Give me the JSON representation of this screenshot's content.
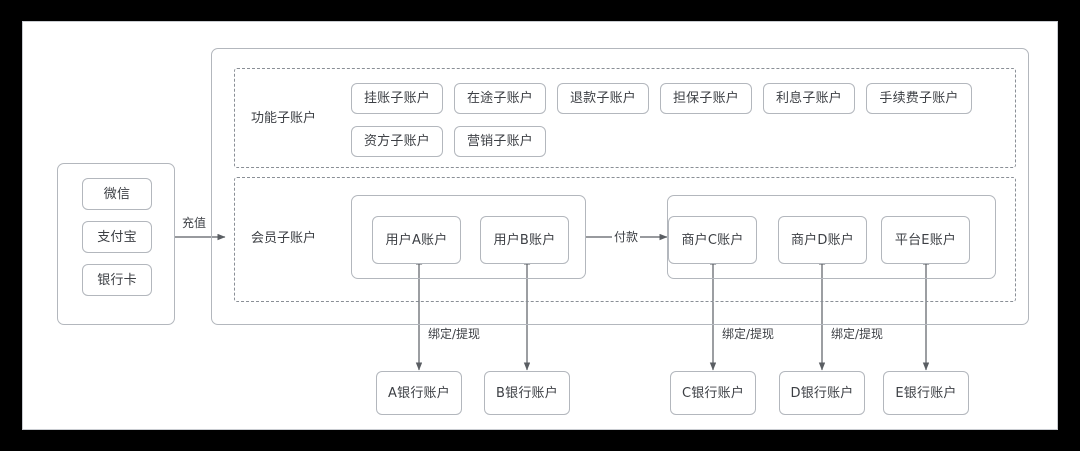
{
  "canvas": {
    "background": "#ffffff",
    "frame_color": "#000000",
    "border_color": "#c9ccd1"
  },
  "theme": {
    "box_border": "#b3b7bd",
    "dashed_border": "#8a8f96",
    "text": "#3c3f44",
    "wire": "#5a5e63"
  },
  "channel_panel": {
    "name": "payment-channel-panel",
    "items": [
      {
        "label": "微信"
      },
      {
        "label": "支付宝"
      },
      {
        "label": "银行卡"
      }
    ]
  },
  "edges": {
    "recharge_label": "充值",
    "payment_label": "付款",
    "bind_withdraw_label_1": "绑定/提现",
    "bind_withdraw_label_2": "绑定/提现",
    "bind_withdraw_label_3": "绑定/提现"
  },
  "function_group": {
    "label": "功能子账户",
    "row1": [
      {
        "label": "挂账子账户"
      },
      {
        "label": "在途子账户"
      },
      {
        "label": "退款子账户"
      },
      {
        "label": "担保子账户"
      },
      {
        "label": "利息子账户"
      },
      {
        "label": "手续费子账户"
      }
    ],
    "row2": [
      {
        "label": "资方子账户"
      },
      {
        "label": "营销子账户"
      }
    ]
  },
  "member_group": {
    "label": "会员子账户",
    "user_cluster": [
      {
        "label": "用户A账户"
      },
      {
        "label": "用户B账户"
      }
    ],
    "merchant_cluster": [
      {
        "label": "商户C账户"
      },
      {
        "label": "商户D账户"
      },
      {
        "label": "平台E账户"
      }
    ]
  },
  "bank_accounts": [
    {
      "label": "A银行账户"
    },
    {
      "label": "B银行账户"
    },
    {
      "label": "C银行账户"
    },
    {
      "label": "D银行账户"
    },
    {
      "label": "E银行账户"
    }
  ]
}
